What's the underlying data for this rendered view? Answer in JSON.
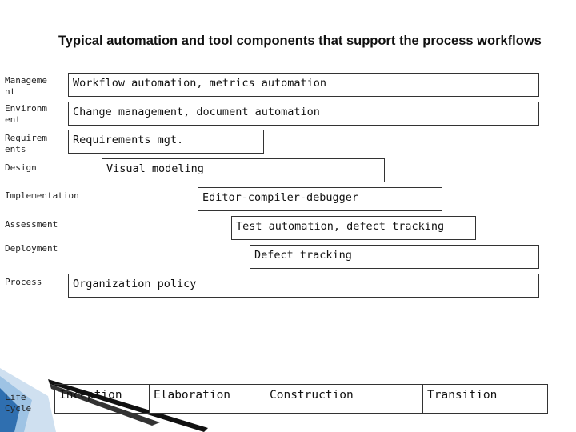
{
  "title": "Typical automation and tool components that support the process workflows",
  "rows": [
    {
      "label": "Manageme nt",
      "tool": "Workflow automation, metrics automation"
    },
    {
      "label": "Environm ent",
      "tool": "Change management, document automation"
    },
    {
      "label": "Requirem ents",
      "tool": "Requirements mgt."
    },
    {
      "label": "Design",
      "tool": "Visual modeling"
    },
    {
      "label": "Implementation",
      "tool": "Editor-compiler-debugger"
    },
    {
      "label": "Assessment",
      "tool": "Test automation, defect tracking"
    },
    {
      "label": "Deployment",
      "tool": "Defect tracking"
    },
    {
      "label": "Process",
      "tool": "Organization policy"
    }
  ],
  "lifecycle": {
    "label": "Life Cycle",
    "phases": [
      "Inception",
      "Elaboration",
      "Construction",
      "Transition"
    ]
  },
  "colors": {
    "deco_dark": "#111111",
    "deco_blue": "#2f6fb0"
  }
}
